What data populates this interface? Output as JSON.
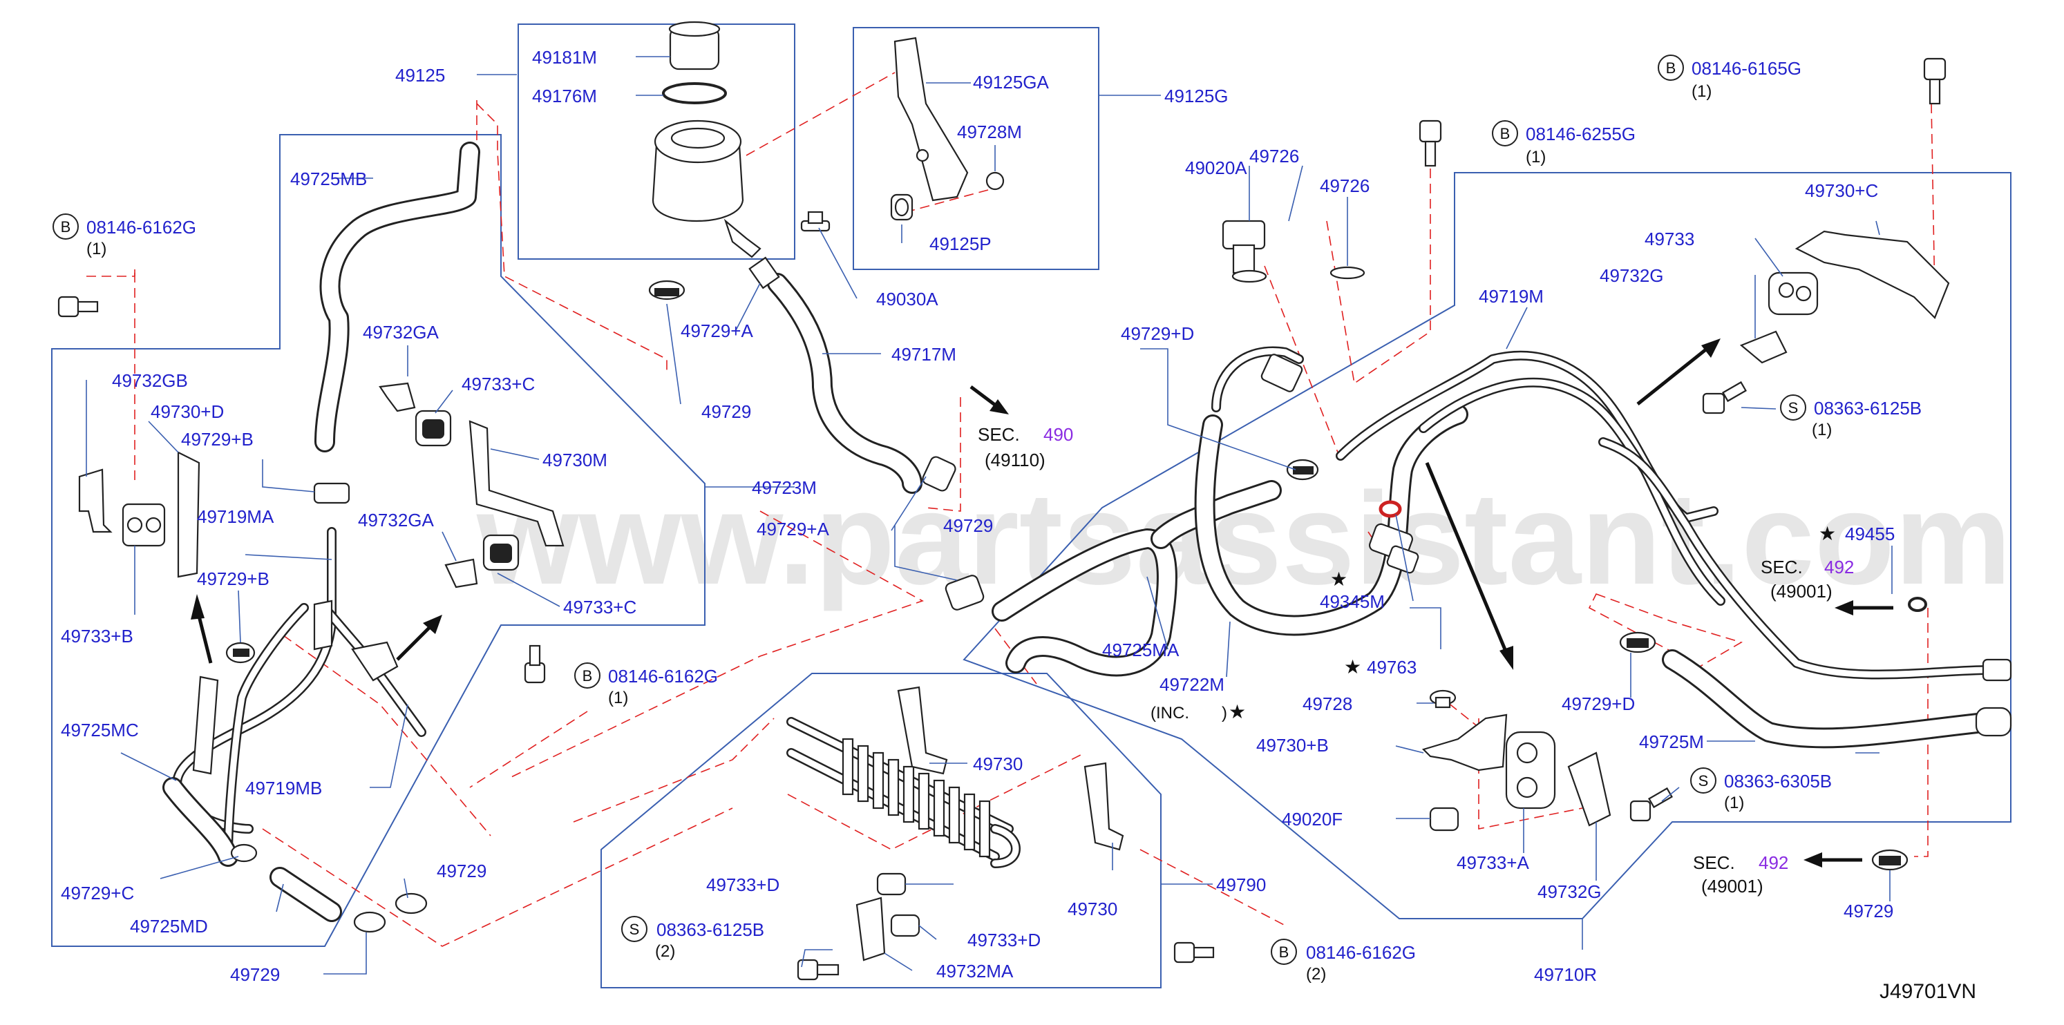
{
  "drawing_number": "J49701VN",
  "watermark": "www.partsassistant.com",
  "parts": {
    "p49125": "49125",
    "p49181M": "49181M",
    "p49176M": "49176M",
    "p49125GA": "49125GA",
    "p49125G": "49125G",
    "p49728M": "49728M",
    "p49125P": "49125P",
    "p49030A": "49030A",
    "p49725MB": "49725MB",
    "p49729A": "49729+A",
    "p49729_top": "49729",
    "p49717M": "49717M",
    "p49732GA_1": "49732GA",
    "p49733C_1": "49733+C",
    "p49730M": "49730M",
    "p49732GA_2": "49732GA",
    "p49733C_2": "49733+C",
    "p49723M": "49723M",
    "p49732GB": "49732GB",
    "p49730D": "49730+D",
    "p49729B_1": "49729+B",
    "p49719MA": "49719MA",
    "p49729B_2": "49729+B",
    "p49733B": "49733+B",
    "p49725MC": "49725MC",
    "p49719MB": "49719MB",
    "p49729C": "49729+C",
    "p49725MD": "49725MD",
    "p49729_bl1": "49729",
    "p49729_bl2": "49729",
    "p49729A_2": "49729+A",
    "p49729_mid": "49729",
    "p49730": "49730",
    "p49730_2": "49730",
    "p49733D_1": "49733+D",
    "p49733D_2": "49733+D",
    "p49732MA": "49732MA",
    "p49790": "49790",
    "p49726_1": "49726",
    "p49020A": "49020A",
    "p49726_2": "49726",
    "p49729D_1": "49729+D",
    "p49719M": "49719M",
    "p49725MA": "49725MA",
    "p49722M": "49722M",
    "p49345M": "49345M",
    "p49763": "49763",
    "p49728": "49728",
    "p49730B": "49730+B",
    "p49020F": "49020F",
    "p49733A": "49733+A",
    "p49732G_1": "49732G",
    "p49710R": "49710R",
    "p49730C": "49730+C",
    "p49733": "49733",
    "p49732G_2": "49732G",
    "p49455": "49455",
    "p49729D_2": "49729+D",
    "p49725M": "49725M",
    "p49729_br": "49729"
  },
  "notes": {
    "inc": "(INC.",
    "inc_close": ")"
  },
  "bolts": {
    "b1": {
      "letter": "B",
      "code": "08146-6162G",
      "qty": "(1)"
    },
    "b2": {
      "letter": "B",
      "code": "08146-6162G",
      "qty": "(1)"
    },
    "b3": {
      "letter": "B",
      "code": "08146-6162G",
      "qty": "(2)"
    },
    "b4": {
      "letter": "B",
      "code": "08146-6255G",
      "qty": "(1)"
    },
    "b5": {
      "letter": "B",
      "code": "08146-6165G",
      "qty": "(1)"
    },
    "s1": {
      "letter": "S",
      "code": "08363-6125B",
      "qty": "(2)"
    },
    "s2": {
      "letter": "S",
      "code": "08363-6125B",
      "qty": "(1)"
    },
    "s3": {
      "letter": "S",
      "code": "08363-6305B",
      "qty": "(1)"
    }
  },
  "sections": {
    "sec1": {
      "label": "SEC.",
      "num": "490",
      "ref": "(49110)"
    },
    "sec2": {
      "label": "SEC.",
      "num": "492",
      "ref": "(49001)"
    },
    "sec3": {
      "label": "SEC.",
      "num": "492",
      "ref": "(49001)"
    }
  },
  "star": "★",
  "colors": {
    "label": "#2222cc",
    "frame": "#3a5fb0",
    "dashed_leader": "#e02020",
    "section_number": "#8a2be2"
  }
}
